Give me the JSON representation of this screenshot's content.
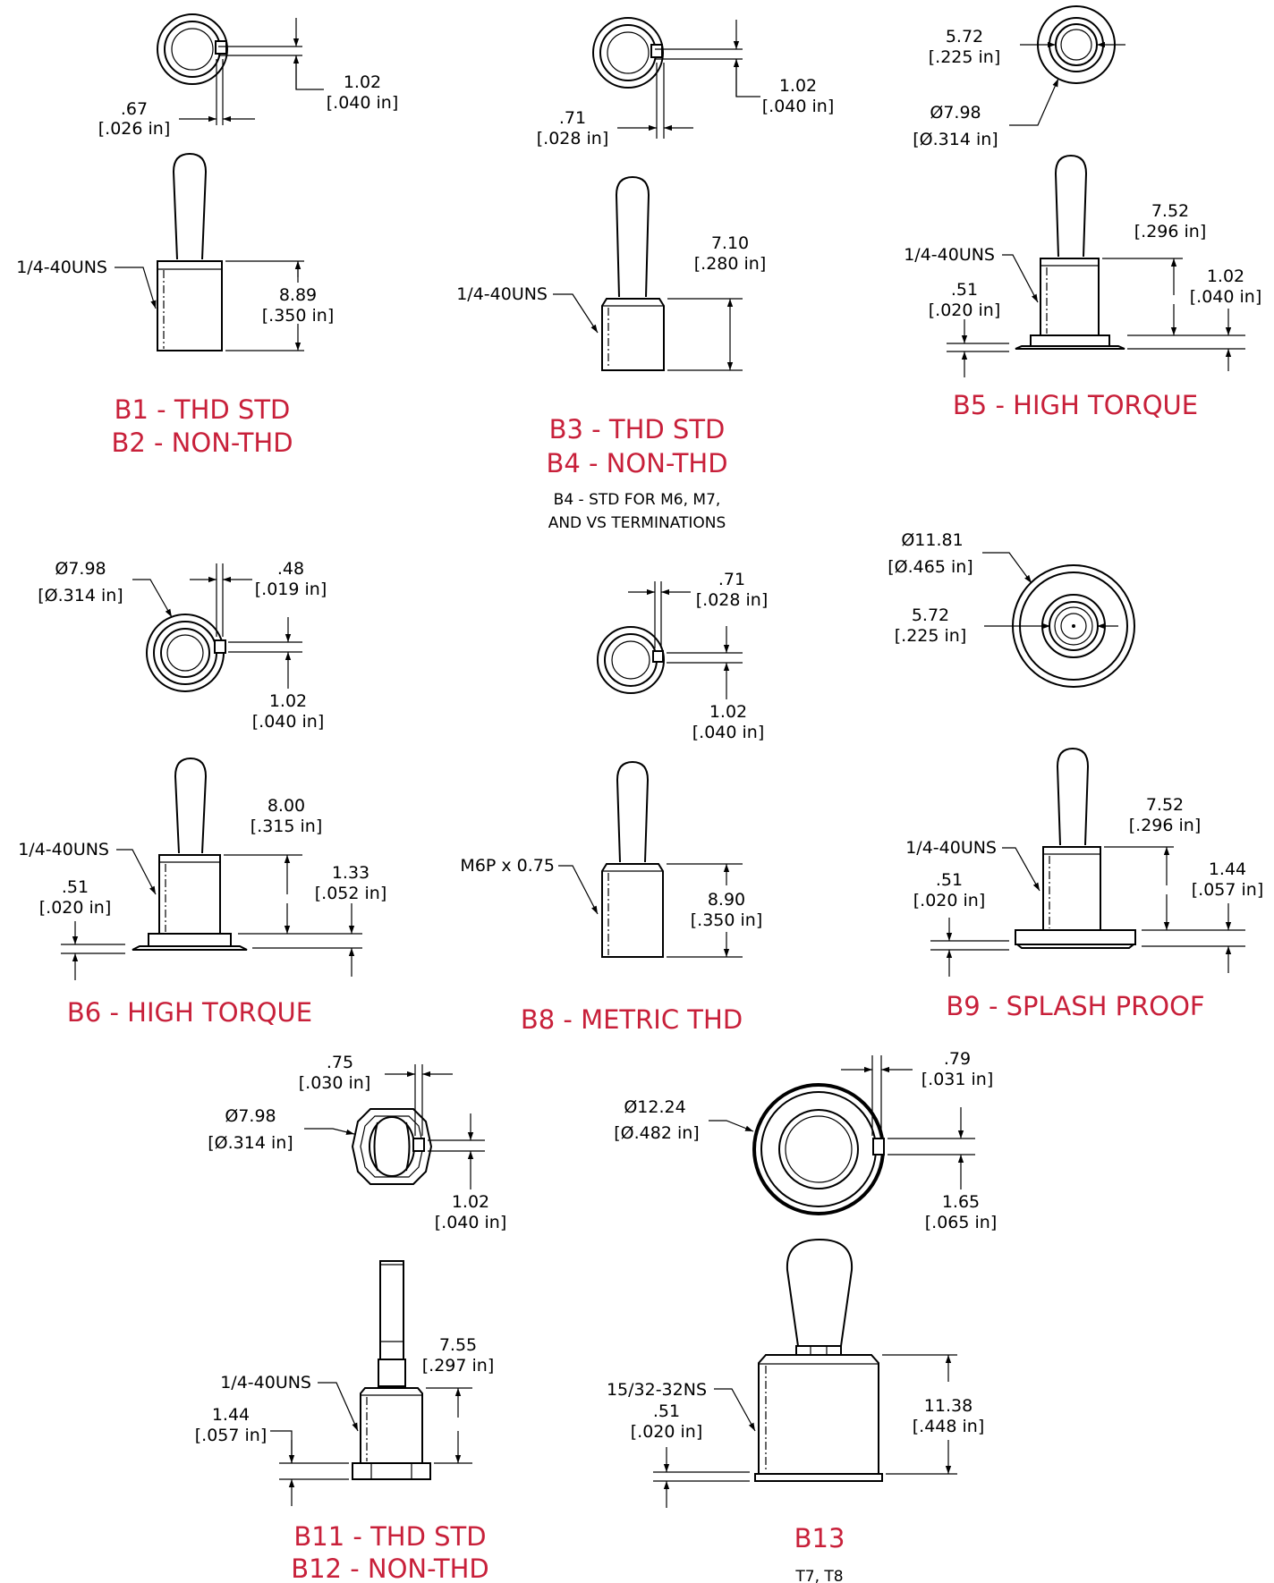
{
  "labels": {
    "b1": {
      "title1": "B1 - THD STD",
      "title2": "B2 - NON-THD",
      "gap_mm": ".67",
      "gap_in": "[.026 in]",
      "key_mm": "1.02",
      "key_in": "[.040 in]",
      "thread": "1/4-40UNS",
      "len_mm": "8.89",
      "len_in": "[.350 in]"
    },
    "b3": {
      "title1": "B3 - THD STD",
      "title2": "B4 - NON-THD",
      "note1": "B4 - STD FOR M6, M7,",
      "note2": "AND VS TERMINATIONS",
      "gap_mm": ".71",
      "gap_in": "[.028 in]",
      "key_mm": "1.02",
      "key_in": "[.040 in]",
      "thread": "1/4-40UNS",
      "len_mm": "7.10",
      "len_in": "[.280 in]"
    },
    "b5": {
      "title1": "B5 - HIGH TORQUE",
      "inner_mm": "5.72",
      "inner_in": "[.225 in]",
      "dia_mm": "Ø7.98",
      "dia_in": "[Ø.314 in]",
      "thread": "1/4-40UNS",
      "len_mm": "7.52",
      "len_in": "[.296 in]",
      "flange_mm": "1.02",
      "flange_in": "[.040 in]",
      "washer_mm": ".51",
      "washer_in": "[.020 in]"
    },
    "b6": {
      "title1": "B6 - HIGH TORQUE",
      "dia_mm": "Ø7.98",
      "dia_in": "[Ø.314 in]",
      "gap_mm": ".48",
      "gap_in": "[.019 in]",
      "key_mm": "1.02",
      "key_in": "[.040 in]",
      "thread": "1/4-40UNS",
      "len_mm": "8.00",
      "len_in": "[.315 in]",
      "flange_mm": "1.33",
      "flange_in": "[.052 in]",
      "washer_mm": ".51",
      "washer_in": "[.020 in]"
    },
    "b8": {
      "title1": "B8 - METRIC THD",
      "gap_mm": ".71",
      "gap_in": "[.028 in]",
      "key_mm": "1.02",
      "key_in": "[.040 in]",
      "thread": "M6P x 0.75",
      "len_mm": "8.90",
      "len_in": "[.350 in]"
    },
    "b9": {
      "title1": "B9 - SPLASH PROOF",
      "dia_mm": "Ø11.81",
      "dia_in": "[Ø.465 in]",
      "inner_mm": "5.72",
      "inner_in": "[.225 in]",
      "thread": "1/4-40UNS",
      "len_mm": "7.52",
      "len_in": "[.296 in]",
      "flange_mm": "1.44",
      "flange_in": "[.057 in]",
      "washer_mm": ".51",
      "washer_in": "[.020 in]"
    },
    "b11": {
      "title1": "B11 - THD STD",
      "title2": "B12 - NON-THD",
      "gap_mm": ".75",
      "gap_in": "[.030 in]",
      "dia_mm": "Ø7.98",
      "dia_in": "[Ø.314 in]",
      "key_mm": "1.02",
      "key_in": "[.040 in]",
      "thread": "1/4-40UNS",
      "len_mm": "7.55",
      "len_in": "[.297 in]",
      "flange_mm": "1.44",
      "flange_in": "[.057 in]"
    },
    "b13": {
      "title1": "B13",
      "note1": "T7, T8",
      "dia_mm": "Ø12.24",
      "dia_in": "[Ø.482 in]",
      "gap_mm": ".79",
      "gap_in": "[.031 in]",
      "key_mm": "1.65",
      "key_in": "[.065 in]",
      "thread": "15/32-32NS",
      "len_mm": "11.38",
      "len_in": "[.448 in]",
      "washer_mm": ".51",
      "washer_in": "[.020 in]"
    }
  },
  "colors": {
    "title": "#c8203a",
    "line": "#000000"
  }
}
